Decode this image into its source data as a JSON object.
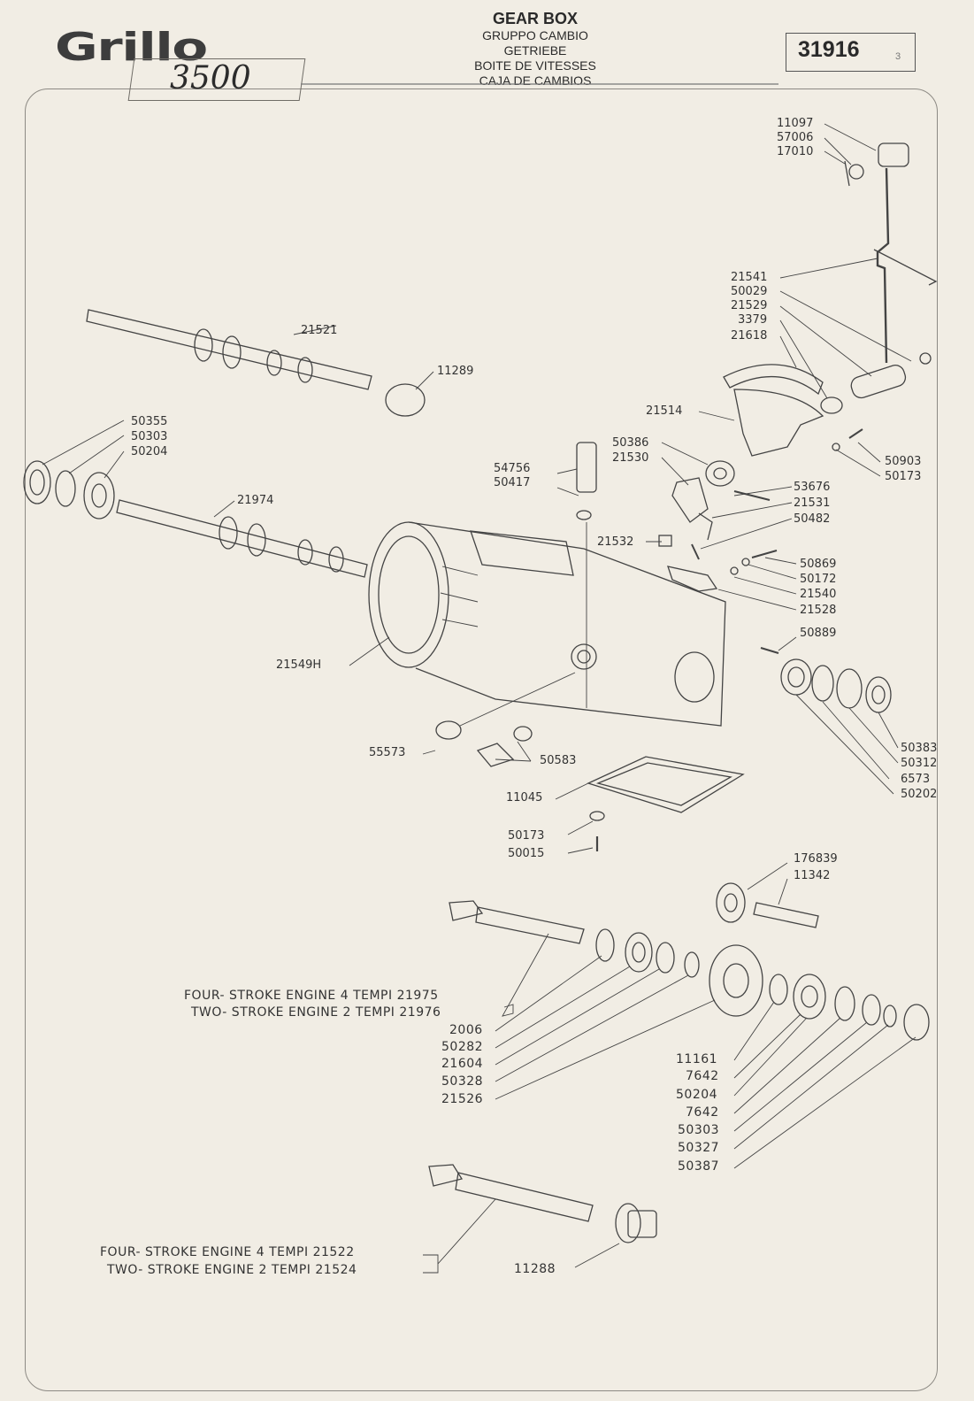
{
  "header": {
    "brand": "Grillo",
    "model": "3500",
    "title": "GEAR BOX",
    "subtitles": [
      "GRUPPO CAMBIO",
      "GETRIEBE",
      "BOITE DE VITESSES",
      "CAJA DE CAMBIOS"
    ],
    "page_code": "31916",
    "sheet": "3"
  },
  "parts": {
    "p11097": "11097",
    "p57006": "57006",
    "p17010": "17010",
    "p21541": "21541",
    "p50029": "50029",
    "p21529": "21529",
    "p3379": "3379",
    "p21618": "21618",
    "p21514": "21514",
    "p50903": "50903",
    "p50173a": "50173",
    "p50386": "50386",
    "p21530": "21530",
    "p53676": "53676",
    "p21531": "21531",
    "p50482": "50482",
    "p21532": "21532",
    "p50869": "50869",
    "p50172": "50172",
    "p21540": "21540",
    "p21528": "21528",
    "p50889": "50889",
    "p21521": "21521",
    "p11289": "11289",
    "p50355": "50355",
    "p50303a": "50303",
    "p50204a": "50204",
    "p21974": "21974",
    "p54756": "54756",
    "p50417": "50417",
    "p21549H": "21549H",
    "p55573": "55573",
    "p50583": "50583",
    "p11045": "11045",
    "p50173b": "50173",
    "p50015": "50015",
    "p50383": "50383",
    "p50312": "50312",
    "p6573": "6573",
    "p50202": "50202",
    "p176839": "176839",
    "p11342": "11342",
    "p21975_line": "FOUR- STROKE  ENGINE  4  TEMPI  21975",
    "p21976_line": "TWO- STROKE  ENGINE  2  TEMPI  21976",
    "p2006": "2006",
    "p50282": "50282",
    "p21604": "21604",
    "p50328": "50328",
    "p21526": "21526",
    "p11161": "11161",
    "p7642a": "7642",
    "p50204b": "50204",
    "p7642b": "7642",
    "p50303b": "50303",
    "p50327": "50327",
    "p50387": "50387",
    "p21522_line": "FOUR- STROKE  ENGINE  4  TEMPI  21522",
    "p21524_line": "TWO- STROKE  ENGINE  2  TEMPI  21524",
    "p11288": "11288"
  }
}
